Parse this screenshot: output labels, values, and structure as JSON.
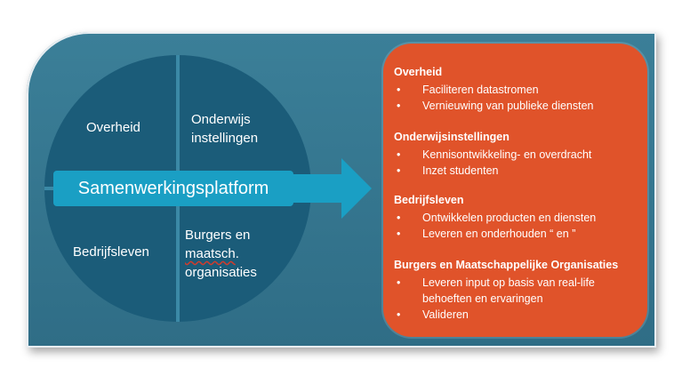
{
  "circle": {
    "quadrants": {
      "top_left": "Overheid",
      "top_right_line1": "Onderwijs",
      "top_right_line2": "instellingen",
      "bottom_left": "Bedrijfsleven",
      "bottom_right_line1": "Burgers en",
      "bottom_right_line2": "maatsch",
      "bottom_right_line2_suffix": ".",
      "bottom_right_line3": "organisaties"
    },
    "center_label": "Samenwerkingsplatform"
  },
  "colors": {
    "background": "#3b7f98",
    "circle": "#1b5c79",
    "platform": "#1a9fc4",
    "arrow": "#1a9fc4",
    "panel": "#e0532a"
  },
  "panel": {
    "sections": [
      {
        "heading": "Overheid",
        "items": [
          "Faciliteren datastromen",
          "Vernieuwing van publieke diensten"
        ]
      },
      {
        "heading": "Onderwijsinstellingen",
        "items": [
          "Kennisontwikkeling- en overdracht",
          "Inzet studenten"
        ]
      },
      {
        "heading": "Bedrijfsleven",
        "items": [
          "Ontwikkelen producten en diensten",
          "Leveren en onderhouden “ en ”"
        ]
      },
      {
        "heading": "Burgers en Maatschappelijke Organisaties",
        "items": [
          "Leveren input op basis van real-life behoeften en ervaringen",
          "Valideren"
        ]
      }
    ]
  }
}
